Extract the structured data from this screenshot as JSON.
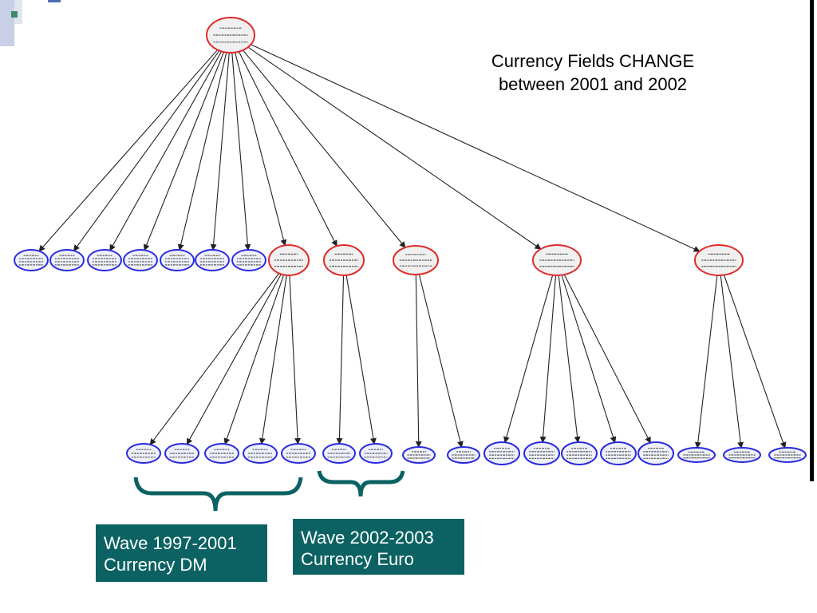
{
  "caption": {
    "line1": "Currency Fields CHANGE",
    "line2": "between 2001 and 2002"
  },
  "wave_dm": {
    "line1": "Wave 1997-2001",
    "line2": "Currency DM"
  },
  "wave_euro": {
    "line1": "Wave 2002-2003",
    "line2": "Currency Euro"
  },
  "colors": {
    "group_node_border": "#e02a2a",
    "group_node_fill": "#f0f0f0",
    "field_node_border": "#2a2ae0",
    "field_node_fill": "#eef0fb",
    "edge": "#222222",
    "brace": "#0c6262",
    "wave_box_fill": "#0c6262",
    "wave_box_text": "#ffffff"
  },
  "tree": {
    "root": "root",
    "nodes": [
      {
        "id": "root",
        "kind": "group"
      },
      {
        "id": "f1",
        "kind": "field"
      },
      {
        "id": "f2",
        "kind": "field"
      },
      {
        "id": "f3",
        "kind": "field"
      },
      {
        "id": "f4",
        "kind": "field"
      },
      {
        "id": "f5",
        "kind": "field"
      },
      {
        "id": "f6",
        "kind": "field"
      },
      {
        "id": "f7",
        "kind": "field"
      },
      {
        "id": "g1",
        "kind": "group"
      },
      {
        "id": "g2",
        "kind": "group"
      },
      {
        "id": "g3",
        "kind": "group"
      },
      {
        "id": "g4",
        "kind": "group"
      },
      {
        "id": "g5",
        "kind": "group"
      },
      {
        "id": "g1c1",
        "kind": "field"
      },
      {
        "id": "g1c2",
        "kind": "field"
      },
      {
        "id": "g1c3",
        "kind": "field"
      },
      {
        "id": "g1c4",
        "kind": "field"
      },
      {
        "id": "g1c5",
        "kind": "field"
      },
      {
        "id": "g2c1",
        "kind": "field"
      },
      {
        "id": "g2c2",
        "kind": "field"
      },
      {
        "id": "g3c1",
        "kind": "field"
      },
      {
        "id": "g3c2",
        "kind": "field"
      },
      {
        "id": "g4c1",
        "kind": "field"
      },
      {
        "id": "g4c2",
        "kind": "field"
      },
      {
        "id": "g4c3",
        "kind": "field"
      },
      {
        "id": "g4c4",
        "kind": "field"
      },
      {
        "id": "g4c5",
        "kind": "field"
      },
      {
        "id": "g5c1",
        "kind": "field"
      },
      {
        "id": "g5c2",
        "kind": "field"
      },
      {
        "id": "g5c3",
        "kind": "field"
      }
    ],
    "edges": [
      [
        "root",
        "f1"
      ],
      [
        "root",
        "f2"
      ],
      [
        "root",
        "f3"
      ],
      [
        "root",
        "f4"
      ],
      [
        "root",
        "f5"
      ],
      [
        "root",
        "f6"
      ],
      [
        "root",
        "f7"
      ],
      [
        "root",
        "g1"
      ],
      [
        "root",
        "g2"
      ],
      [
        "root",
        "g3"
      ],
      [
        "root",
        "g4"
      ],
      [
        "root",
        "g5"
      ],
      [
        "g1",
        "g1c1"
      ],
      [
        "g1",
        "g1c2"
      ],
      [
        "g1",
        "g1c3"
      ],
      [
        "g1",
        "g1c4"
      ],
      [
        "g1",
        "g1c5"
      ],
      [
        "g2",
        "g2c1"
      ],
      [
        "g2",
        "g2c2"
      ],
      [
        "g3",
        "g3c1"
      ],
      [
        "g3",
        "g3c2"
      ],
      [
        "g4",
        "g4c1"
      ],
      [
        "g4",
        "g4c2"
      ],
      [
        "g4",
        "g4c3"
      ],
      [
        "g4",
        "g4c4"
      ],
      [
        "g4",
        "g4c5"
      ],
      [
        "g5",
        "g5c1"
      ],
      [
        "g5",
        "g5c2"
      ],
      [
        "g5",
        "g5c3"
      ]
    ]
  }
}
